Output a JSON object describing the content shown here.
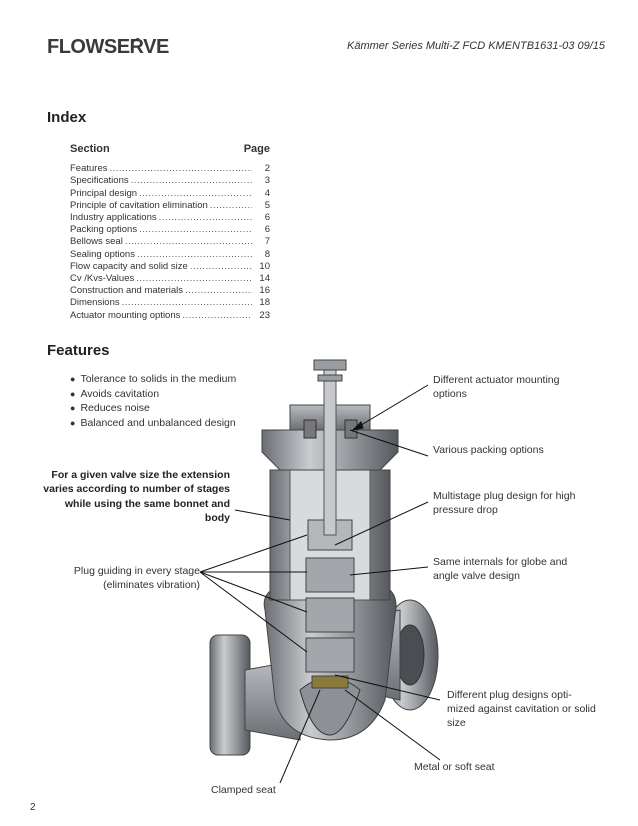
{
  "header": {
    "brand": "FLOWSERVE",
    "doc_ref": "Kämmer Series Multi-Z  FCD KMENTB1631-03 09/15"
  },
  "index": {
    "title": "Index",
    "section_header": "Section",
    "page_header": "Page",
    "entries": [
      {
        "title": "Features",
        "page": "2"
      },
      {
        "title": "Specifications",
        "page": "3"
      },
      {
        "title": "Principal design",
        "page": "4"
      },
      {
        "title": "Principle of cavitation elimination",
        "page": "5"
      },
      {
        "title": "Industry applications",
        "page": "6"
      },
      {
        "title": "Packing options",
        "page": "6"
      },
      {
        "title": "Bellows seal",
        "page": "7"
      },
      {
        "title": "Sealing options",
        "page": "8"
      },
      {
        "title": "Flow capacity and solid size",
        "page": "10"
      },
      {
        "title": "Cv /Kvs-Values",
        "page": "14"
      },
      {
        "title": "Construction and materials",
        "page": "16"
      },
      {
        "title": "Dimensions",
        "page": "18"
      },
      {
        "title": "Actuator mounting options",
        "page": "23"
      }
    ]
  },
  "features": {
    "title": "Features",
    "bullets": [
      "Tolerance to solids in the medium",
      "Avoids cavitation",
      "Reduces noise",
      "Balanced and unbalanced design"
    ],
    "bold_note": "For a given valve size  the extension varies according to number of stages while using the same bonnet and body",
    "callouts": {
      "actuator": "Different actuator mounting options",
      "packing": "Various packing options",
      "multistage": "Multistage plug design for high pressure drop",
      "internals": "Same internals for globe and angle valve design",
      "plug_designs": "Different plug designs opti-mized against cavitation or solid size",
      "seat": "Metal or soft seat",
      "clamped": "Clamped seat",
      "guiding_line1": "Plug guiding in every stage",
      "guiding_line2": "(eliminates vibration)"
    }
  },
  "footer": {
    "page_number": "2"
  }
}
